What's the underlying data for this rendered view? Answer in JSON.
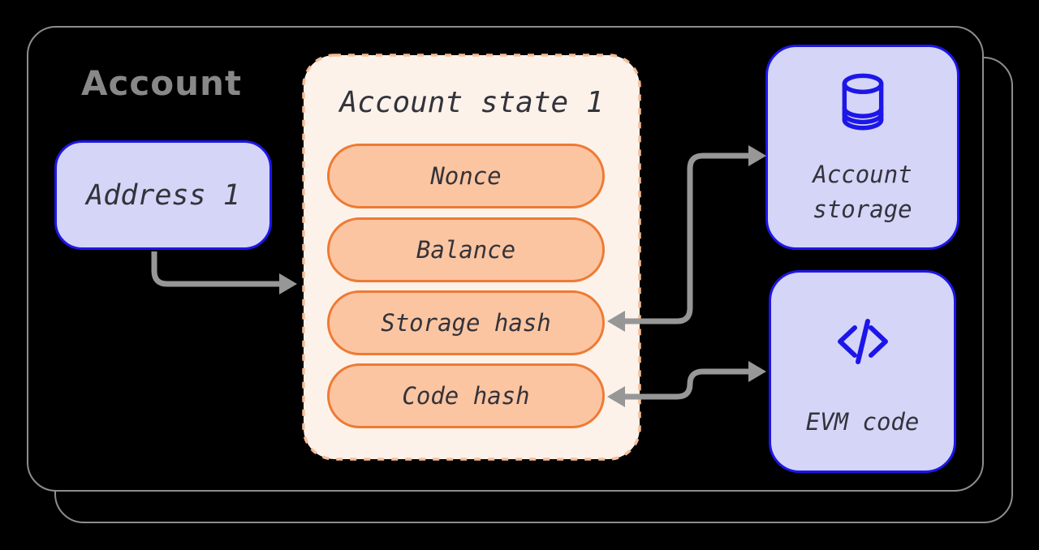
{
  "diagram": {
    "title": "Account",
    "type": "entity-relationship-diagram"
  },
  "address_box": {
    "label": "Address 1"
  },
  "state_box": {
    "title": "Account state 1",
    "fields": [
      "Nonce",
      "Balance",
      "Storage hash",
      "Code hash"
    ]
  },
  "storage_box": {
    "icon": "database-icon",
    "label_line1": "Account",
    "label_line2": "storage"
  },
  "evm_box": {
    "icon": "code-icon",
    "label": "EVM code"
  },
  "connections": [
    {
      "from": "Address 1",
      "to": "Account state 1",
      "heads": "end"
    },
    {
      "from": "Storage hash",
      "to": "Account storage",
      "heads": "both"
    },
    {
      "from": "Code hash",
      "to": "EVM code",
      "heads": "both"
    }
  ],
  "colors": {
    "background": "#000000",
    "container_outline": "#8d8d8d",
    "title_gray": "#888888",
    "arrow_gray": "#979797",
    "lavender_fill": "#d5d5f8",
    "blue_border": "#1d16e8",
    "pill_fill": "#fcc5a1",
    "pill_border": "#ee7a33",
    "state_fill": "#fdf2ea",
    "state_dash_border": "#f6bd97",
    "text_dark": "#33333b"
  }
}
